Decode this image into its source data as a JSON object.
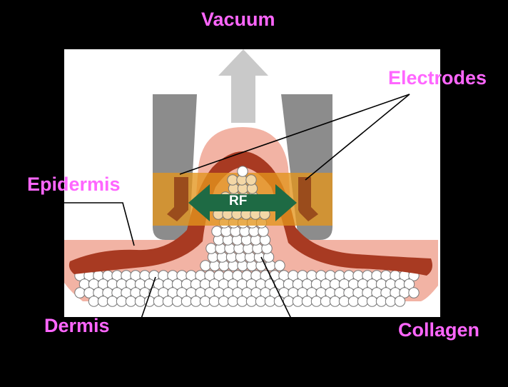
{
  "labels": {
    "vacuum": "Vacuum",
    "electrodes": "Electrodes",
    "epidermis": "Epidermis",
    "dermis": "Dermis",
    "collagen": "Collagen",
    "rf": "RF"
  },
  "colors": {
    "background": "#000000",
    "panel": "#ffffff",
    "label": "#ff66ff",
    "rf_text": "#ffffff",
    "electrode_housing": "#8c8c8c",
    "electrode": "#9a4c1c",
    "rf_band": "#e3951c",
    "rf_arrow": "#1e6a44",
    "epidermis": "#a83a22",
    "dermis_outer": "#f2b3a4",
    "vacuum_arrow": "#c9c9c9",
    "collagen_fill": "#ffffff",
    "collagen_heated": "#f3d7a6",
    "leader_line": "#000000"
  }
}
